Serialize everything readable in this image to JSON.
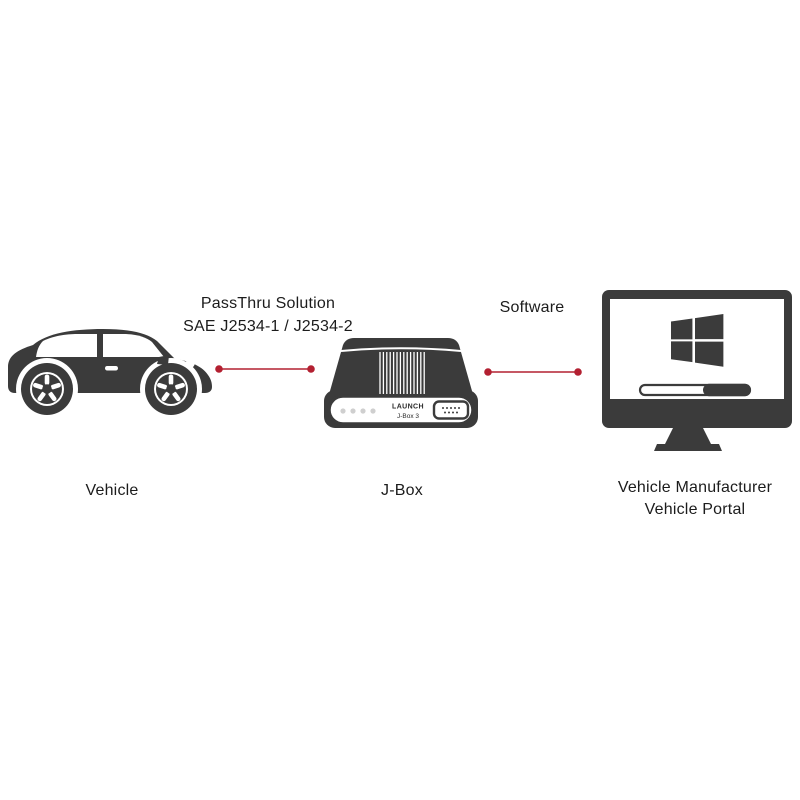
{
  "labels": {
    "passthru_line1": "PassThru Solution",
    "passthru_line2": "SAE J2534-1 / J2534-2",
    "software": "Software",
    "vehicle_caption": "Vehicle",
    "jbox_caption": "J-Box",
    "portal_caption_line1": "Vehicle Manufacturer",
    "portal_caption_line2": "Vehicle Portal"
  },
  "jbox_device": {
    "brand": "LAUNCH",
    "model": "J-Box 3"
  },
  "icons": {
    "left": "car-icon",
    "middle": "jbox-device-icon",
    "right": "monitor-windows-icon",
    "logo": "windows-logo-icon"
  },
  "colors": {
    "silhouette_dark": "#3b3b3b",
    "accent_red": "#b32031",
    "led_gray": "#cfcfcf"
  }
}
